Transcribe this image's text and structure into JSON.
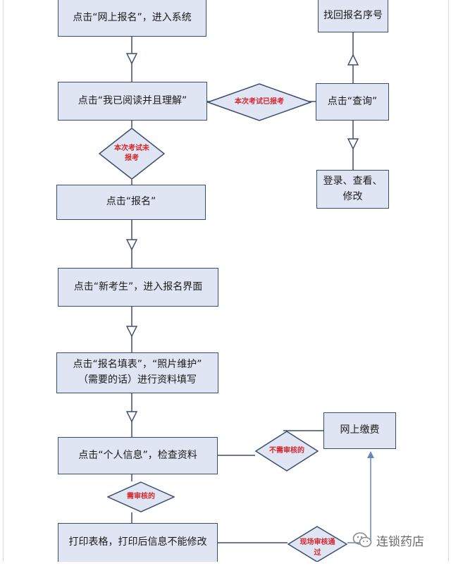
{
  "steps": {
    "enter_system": "点击“网上报名”，进入系统",
    "read_understand": "点击“我已阅读并且理解”",
    "signup": "点击“报名”",
    "new_candidate": "点击“新考生”，进入报名界面",
    "fill_form": "点击“报名填表”，“照片维护”\n（需要的话）进行资料填写",
    "check_info": "点击“个人信息”，检查资料",
    "print_form": "打印表格，打印后信息不能修改",
    "retrieve_number": "找回报名序号",
    "query": "点击“查询”",
    "login_view_edit": "登录、查看、\n修改",
    "online_payment": "网上缴费"
  },
  "decisions": {
    "already_registered": "本次考试已报考",
    "not_registered": "本次考试未\n报考",
    "no_review": "不需审核的",
    "need_review": "需审核的",
    "onsite_review_passed": "现场审核通\n过"
  },
  "watermark": {
    "text": "连锁药店",
    "icon": "wechat-icon"
  },
  "colors": {
    "box_fill": "#dfe5f2",
    "box_border": "#3c4d6b",
    "decision_fill": "#dfe5f2",
    "decision_text": "#d7262d",
    "connector": "#3c4d6b",
    "connector_blue": "#6a86b8"
  }
}
